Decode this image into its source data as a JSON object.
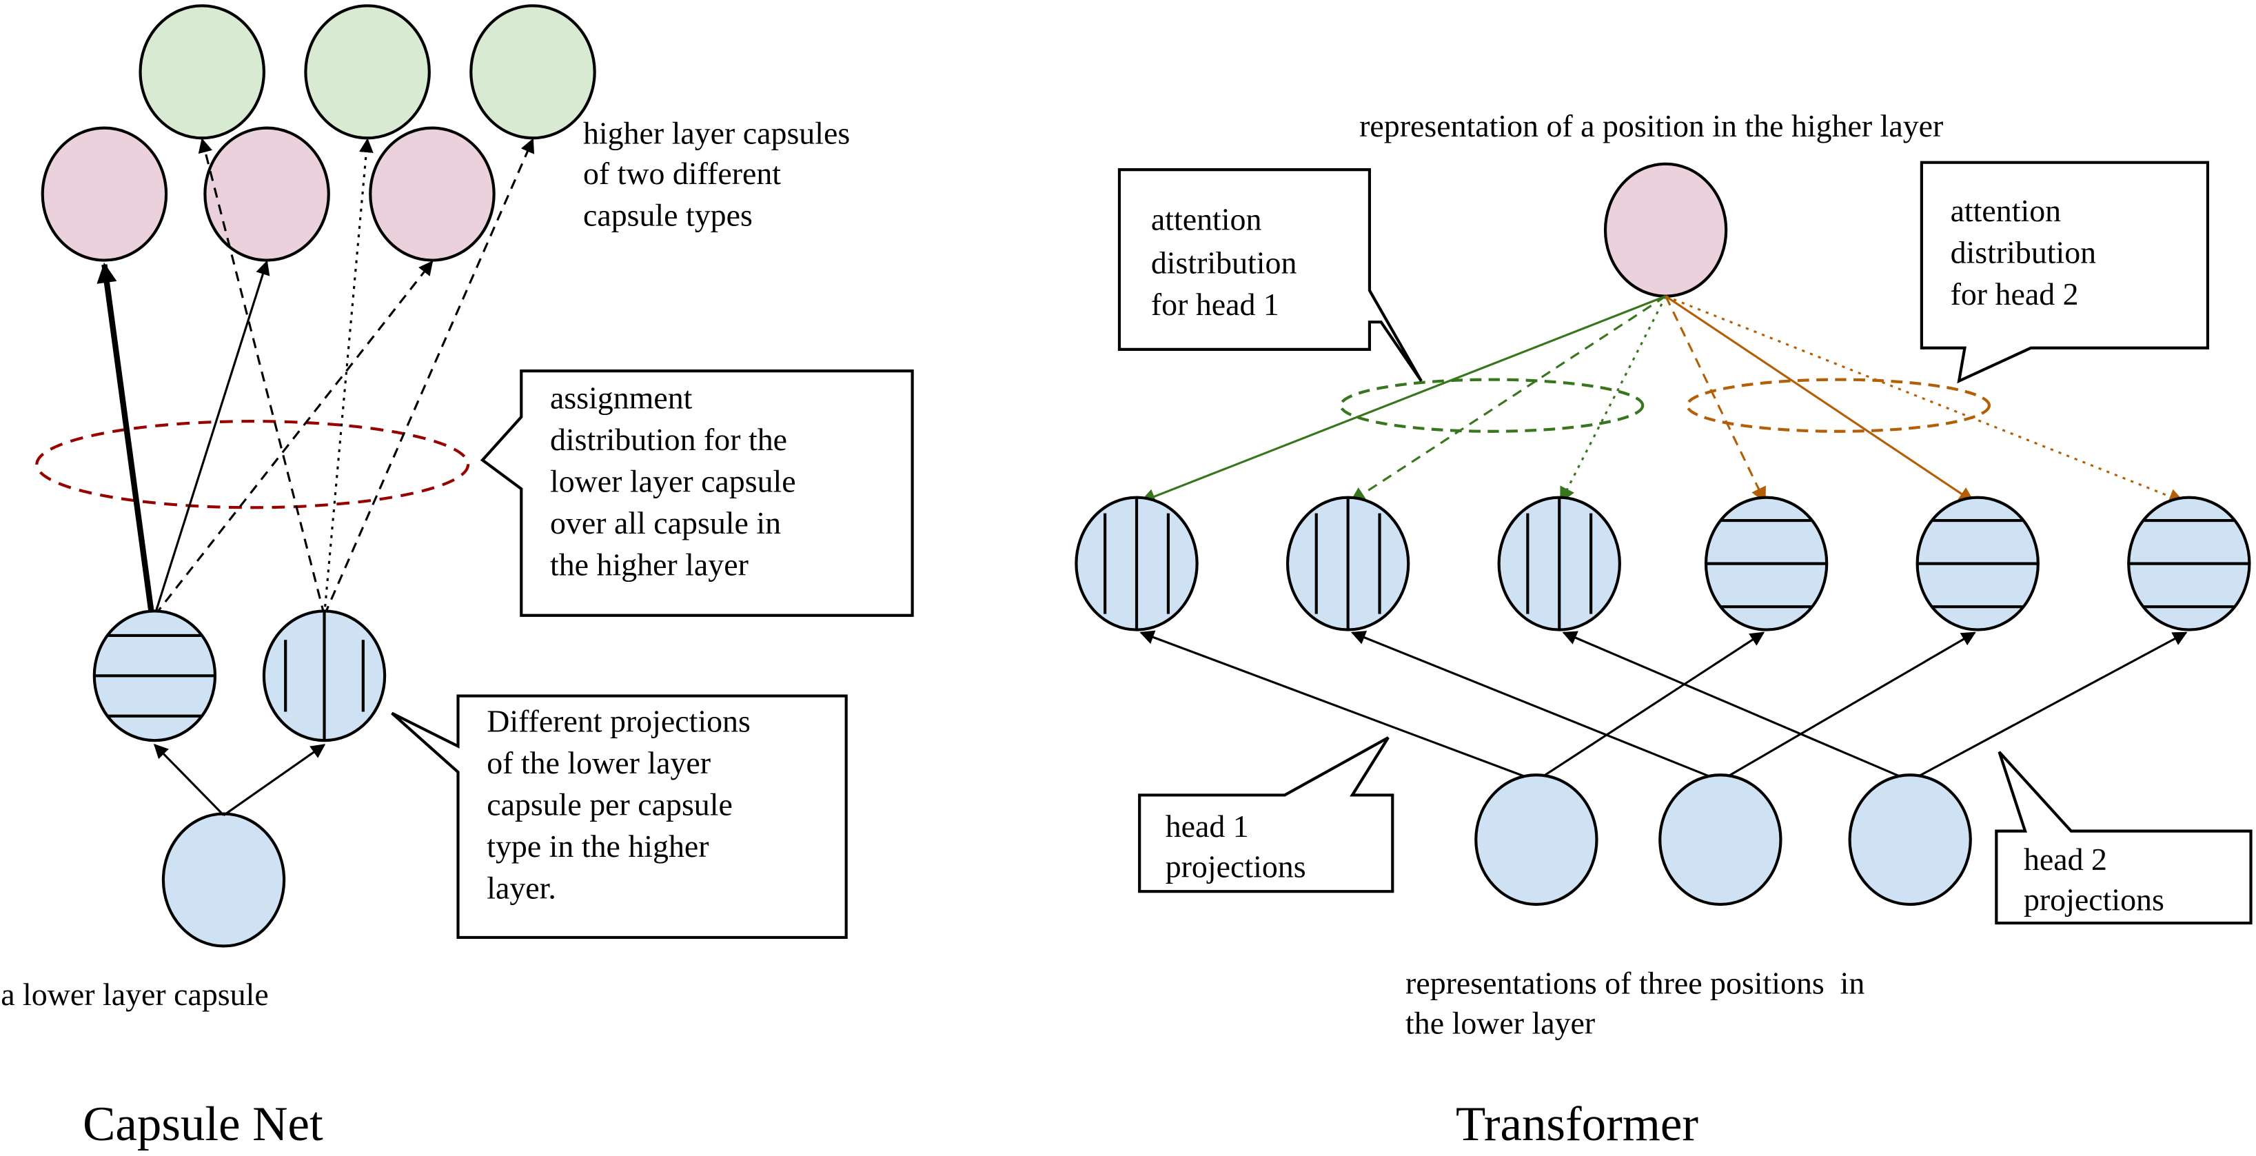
{
  "colors": {
    "higher_type_a": "#EAD1DC",
    "higher_type_b": "#D9EAD3",
    "lower": "#CFE2F3",
    "assignment_ellipse": "#990000",
    "head1": "#38761D",
    "head2": "#B45F06",
    "arrow": "#000000"
  },
  "capsule_net": {
    "title": "Capsule Net",
    "higher_label": [
      "higher layer capsules",
      "of two different",
      "capsule types"
    ],
    "assignment_callout": [
      "assignment",
      "distribution for the",
      "lower layer capsule",
      "over all capsule in",
      "the higher layer"
    ],
    "projection_callout": [
      "Different projections",
      "of the lower layer",
      "capsule per capsule",
      "type in the higher",
      "layer."
    ],
    "lower_label": "a lower layer capsule"
  },
  "transformer": {
    "title": "Transformer",
    "higher_label": "representation of a position in the higher layer",
    "head1_callout": [
      "attention",
      "distribution",
      "for head 1"
    ],
    "head2_callout": [
      "attention",
      "distribution",
      "for head 2"
    ],
    "head1_projections": [
      "head 1",
      "projections"
    ],
    "head2_projections": [
      "head 2",
      "projections"
    ],
    "lower_label": [
      "representations of three positions  in",
      "the lower layer"
    ]
  }
}
